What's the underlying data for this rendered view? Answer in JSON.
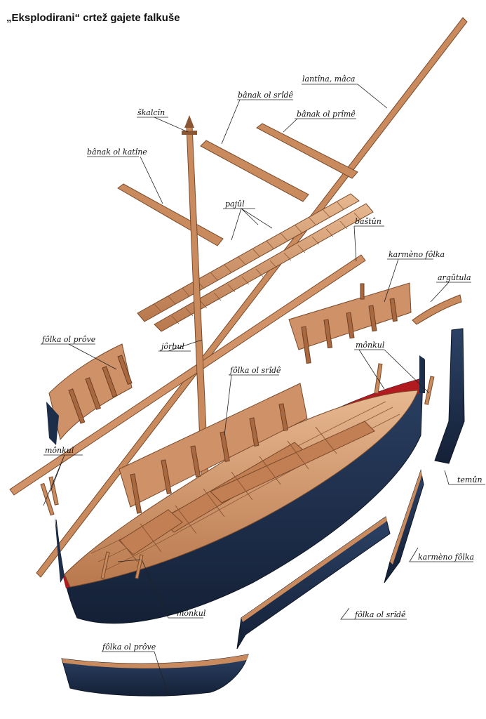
{
  "title": "„Eksplodirani“ crtež gajete falkuše",
  "labels": {
    "lantina": "lantîna, mâca",
    "banak_sride": "bânak ol srîdê",
    "skalcin": "škalcîn",
    "banak_prime": "bânak ol prîmê",
    "banak_katine": "bânak ol katîne",
    "pajul": "pajûl",
    "bastun": "baštûn",
    "karmeno_folka_top": "karmèno fôlka",
    "argutula": "argûtula",
    "folka_prove_top": "fôlka ol prôve",
    "jorbul": "jôrbul",
    "monkul_right": "mônkul",
    "folka_sride_top": "fôlka ol srîdê",
    "monkul_left": "mônkul",
    "temun": "temûn",
    "karmeno_folka_bottom": "karmèno fôlka",
    "folka_sride_bottom": "fôlka ol srîdê",
    "monkul_bottom": "mônkul",
    "folka_prove_bottom": "fôlka ol prôve"
  },
  "colors": {
    "wood": "#c98a5e",
    "wood_dark": "#8a5634",
    "wood_light": "#e3b48c",
    "hull_navy": "#1d2e4a",
    "stripe_red": "#b11a1e"
  }
}
